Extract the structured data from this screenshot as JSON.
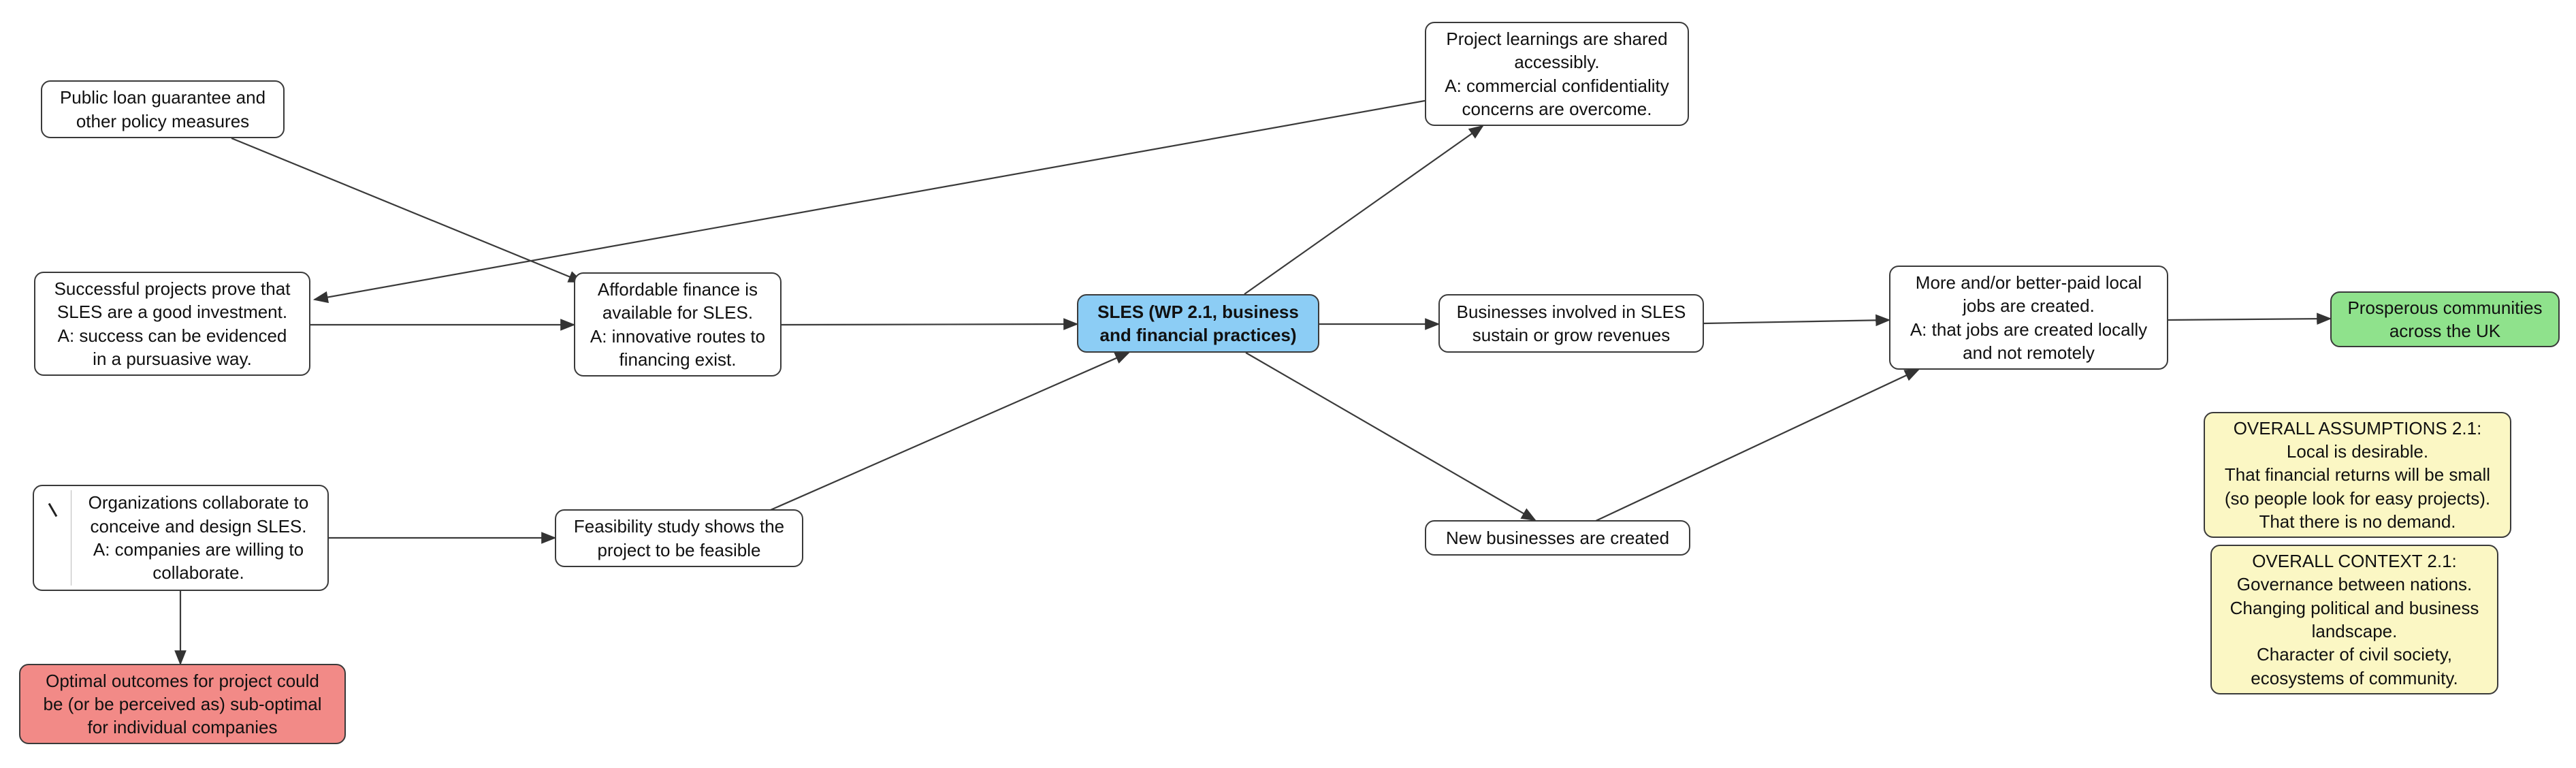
{
  "nodes": {
    "public_loan": "Public loan guarantee and\nother policy measures",
    "successful_projects": "Successful projects prove that\nSLES are a good investment.\nA: success can be evidenced\nin a pursuasive way.",
    "affordable_finance": "Affordable finance is\navailable for SLES.\nA: innovative routes to\nfinancing exist.",
    "sles": "SLES (WP 2.1, business\nand  financial  practices)",
    "project_learnings": "Project learnings are shared\naccessibly.\nA: commercial confidentiality\nconcerns are overcome.",
    "businesses_sustain": "Businesses involved in SLES\nsustain or grow revenues",
    "new_businesses": "New businesses are created",
    "local_jobs": "More and/or better-paid local\njobs are created.\nA: that jobs are created locally\nand not remotely",
    "prosperous": "Prosperous communities\nacross the UK",
    "organizations": "Organizations collaborate to\nconceive and design SLES.\nA: companies are willing to\ncollaborate.",
    "feasibility": "Feasibility study shows the\nproject to be feasible",
    "optimal_outcomes": "Optimal outcomes for project could\nbe (or be perceived as) sub-optimal\nfor individual companies",
    "assumptions": "OVERALL ASSUMPTIONS 2.1:\nLocal is desirable.\nThat financial returns will be small\n(so people look for easy projects).\nThat there is no demand.",
    "context": "OVERALL CONTEXT 2.1:\nGovernance between nations.\nChanging political and business\nlandscape.\nCharacter of civil society,\necosystems of community."
  },
  "colors": {
    "center": "#8ccdf5",
    "goal": "#8fe28c",
    "risk": "#f28a87",
    "note": "#fbf7c4",
    "border": "#3a3a3a"
  }
}
